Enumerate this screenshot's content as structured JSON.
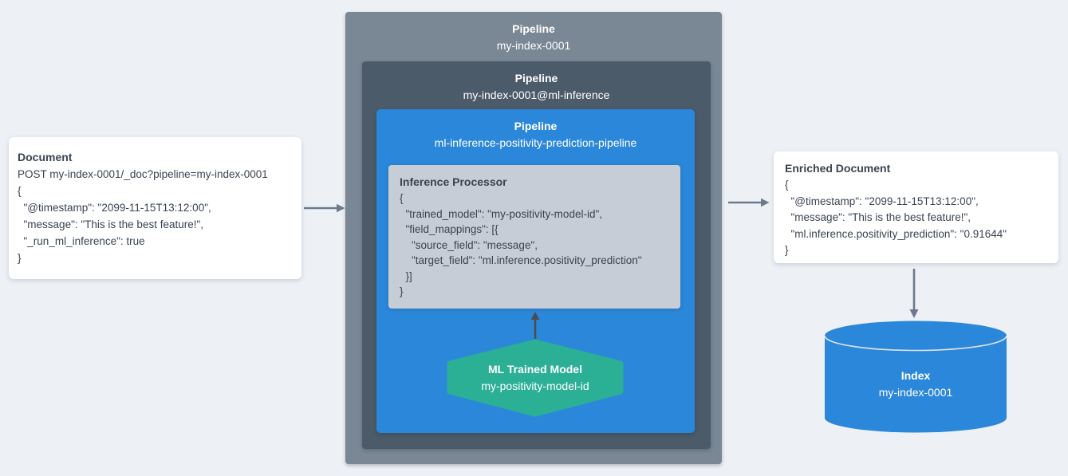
{
  "colors": {
    "bg": "#EDF1F6",
    "outer-box": "#7A8795",
    "inner-box": "#4C5B69",
    "blue": "#2B87D9",
    "proc-bg": "#C6CDD6",
    "green": "#2BB096",
    "dark-text": "#3A4450",
    "arrow-gray": "#6E7A8A",
    "arrow-dark": "#4A4D52",
    "cyl-line": "#DFE3EA"
  },
  "document_card": {
    "title": "Document",
    "code": "POST my-index-0001/_doc?pipeline=my-index-0001\n{\n  \"@timestamp\": \"2099-11-15T13:12:00\",\n  \"message\": \"This is the best feature!\",\n  \"_run_ml_inference\": true\n}"
  },
  "outer_pipeline": {
    "title": "Pipeline",
    "name": "my-index-0001"
  },
  "ml_inference_pipeline": {
    "title": "Pipeline",
    "name": "my-index-0001@ml-inference"
  },
  "prediction_pipeline": {
    "title": "Pipeline",
    "name": "ml-inference-positivity-prediction-pipeline"
  },
  "inference_processor": {
    "title": "Inference Processor",
    "code": "{\n  \"trained_model\": \"my-positivity-model-id\",\n  \"field_mappings\": [{\n    \"source_field\": \"message\",\n    \"target_field\": \"ml.inference.positivity_prediction\"\n  }]\n}"
  },
  "ml_trained_model": {
    "title": "ML Trained Model",
    "name": "my-positivity-model-id"
  },
  "enriched_document_card": {
    "title": "Enriched Document",
    "code": "{\n  \"@timestamp\": \"2099-11-15T13:12:00\",\n  \"message\": \"This is the best feature!\",\n  \"ml.inference.positivity_prediction\": \"0.91644\"\n}"
  },
  "index_store": {
    "title": "Index",
    "name": "my-index-0001"
  }
}
